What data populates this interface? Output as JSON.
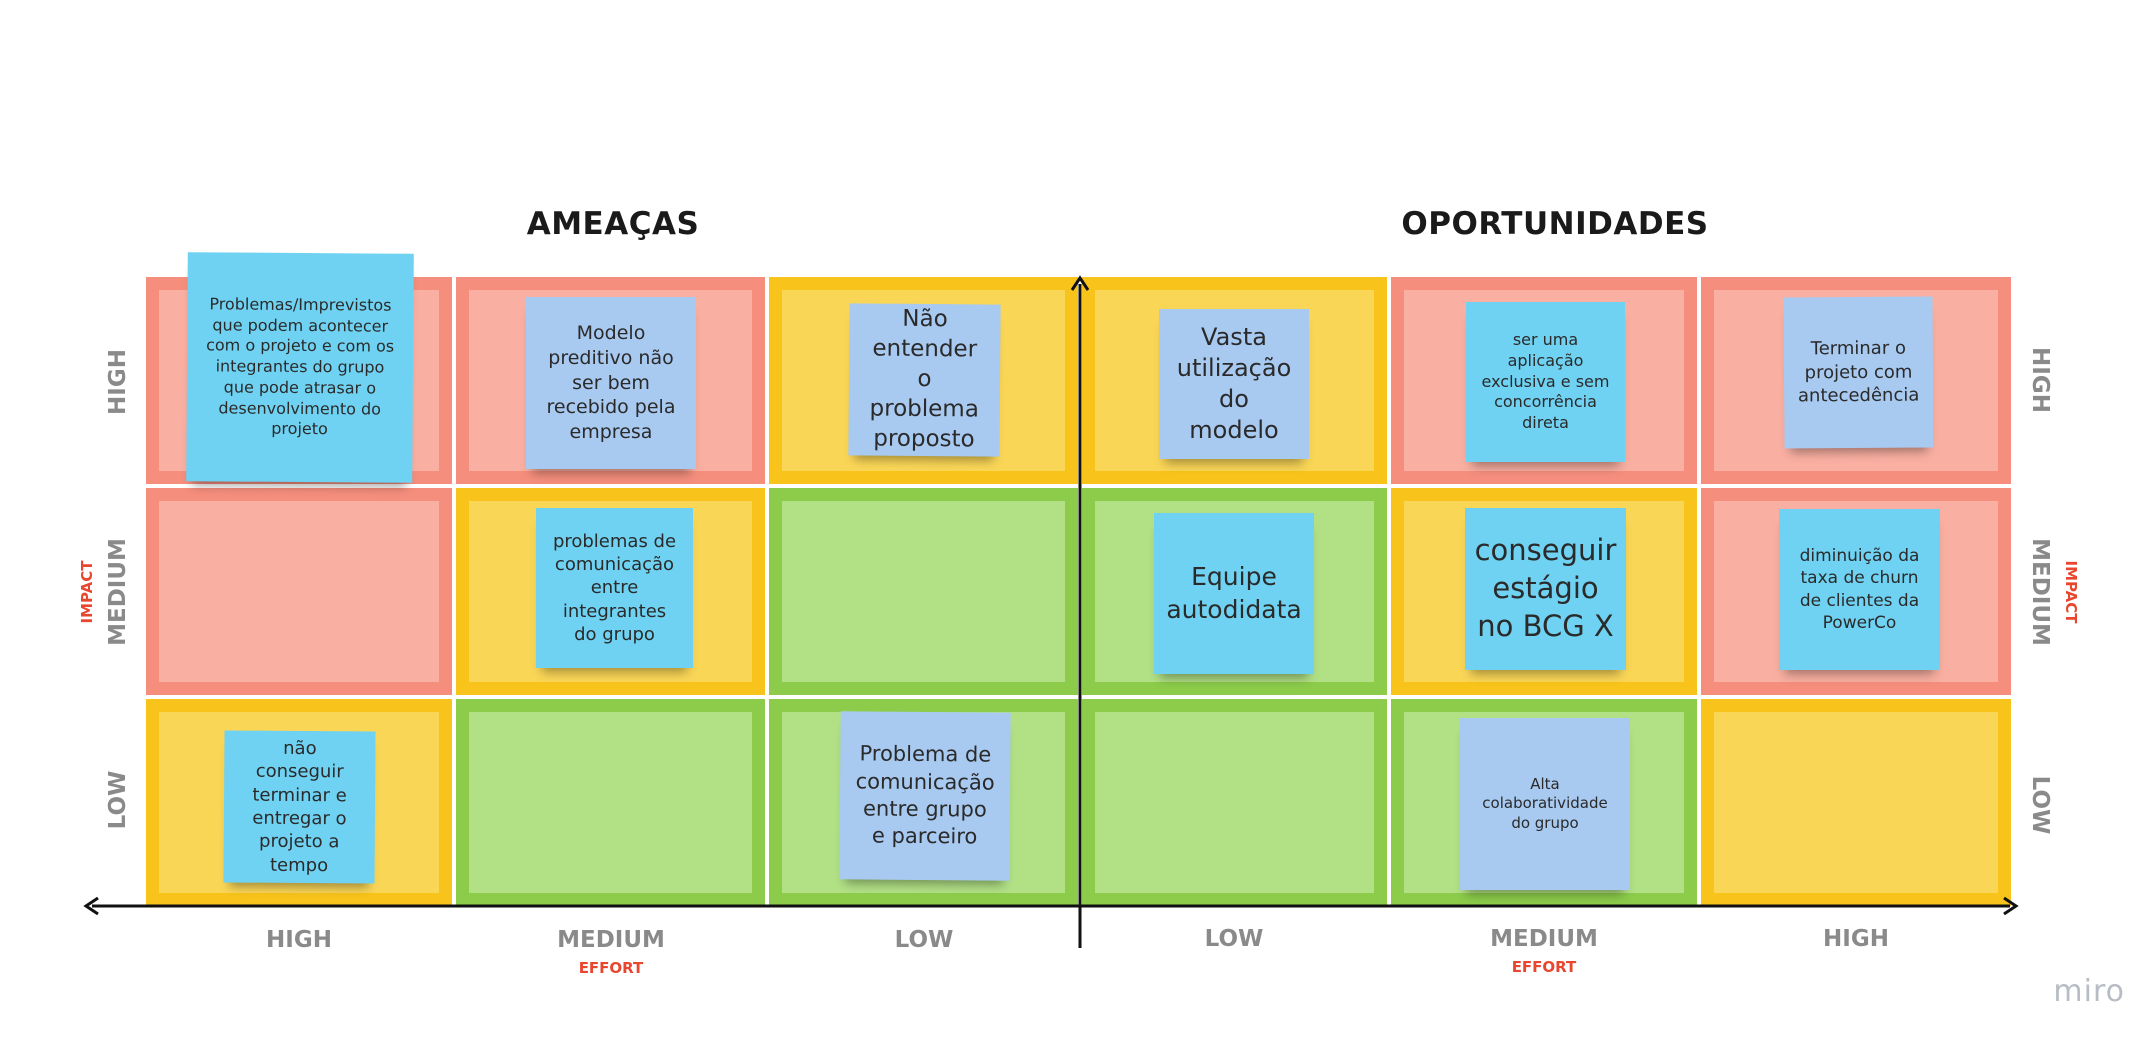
{
  "sections": {
    "threats": "AMEAÇAS",
    "opportunities": "OPORTUNIDADES"
  },
  "axis": {
    "effort_title": "EFFORT",
    "impact_title": "IMPACT",
    "effort_left": [
      "HIGH",
      "MEDIUM",
      "LOW"
    ],
    "effort_right": [
      "LOW",
      "MEDIUM",
      "HIGH"
    ],
    "impact_rows": [
      "HIGH",
      "MEDIUM",
      "LOW"
    ]
  },
  "grid_colors": {
    "red": "#f58e7d",
    "yellow": "#f8c41b",
    "green": "#8ccc4a",
    "sticky_cyan": "#6fd2f2",
    "sticky_blue": "#a8c9f0",
    "axis_title": "#e8462f"
  },
  "stickies": {
    "threats": {
      "high_high": "Problemas/Imprevistos que podem acontecer com o projeto e com os integrantes do grupo que pode atrasar o desenvolvimento do projeto",
      "high_medium": "Modelo preditivo não ser bem recebido pela empresa",
      "high_low": "Não entender o problema proposto",
      "medium_medium": "problemas de comunicação entre integrantes do grupo",
      "low_high": "não conseguir terminar e entregar o projeto a tempo",
      "low_low": "Problema de comunicação entre grupo e parceiro"
    },
    "opportunities": {
      "high_low": "Vasta utilização do modelo",
      "high_medium": "ser uma aplicação exclusiva e sem concorrência direta",
      "high_high": "Terminar o projeto com antecedência",
      "medium_low": "Equipe autodidata",
      "medium_medium": "conseguir estágio no BCG X",
      "medium_high": "diminuição da taxa de churn de clientes da PowerCo",
      "low_medium": "Alta colaboratividade do grupo"
    }
  },
  "logo": "miro"
}
